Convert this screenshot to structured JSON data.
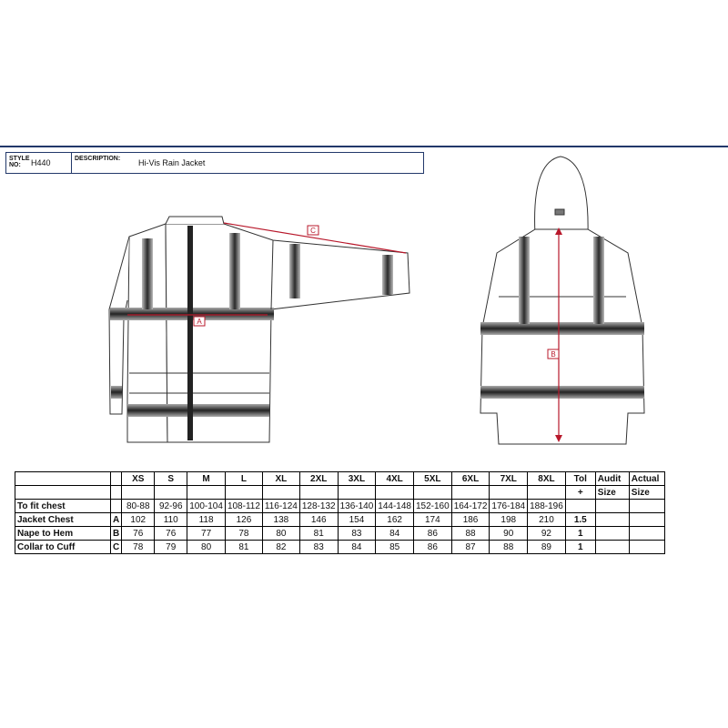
{
  "header": {
    "style_label": "STYLE\nNO:",
    "style_value": "H440",
    "desc_label": "DESCRIPTION:",
    "desc_value": "Hi-Vis Rain Jacket"
  },
  "markers": {
    "a": "A",
    "b": "B",
    "c": "C"
  },
  "table": {
    "sizes": [
      "XS",
      "S",
      "M",
      "L",
      "XL",
      "2XL",
      "3XL",
      "4XL",
      "5XL",
      "6XL",
      "7XL",
      "8XL"
    ],
    "tol_header": "Tol",
    "tol_sub": "+",
    "audit": [
      "Audit",
      "Size"
    ],
    "actual": [
      "Actual",
      "Size"
    ],
    "rows": [
      {
        "label": "To fit chest",
        "code": "",
        "values": [
          "80-88",
          "92-96",
          "100-104",
          "108-112",
          "116-124",
          "128-132",
          "136-140",
          "144-148",
          "152-160",
          "164-172",
          "176-184",
          "188-196"
        ],
        "tol": ""
      },
      {
        "label": "Jacket Chest",
        "code": "A",
        "values": [
          "102",
          "110",
          "118",
          "126",
          "138",
          "146",
          "154",
          "162",
          "174",
          "186",
          "198",
          "210"
        ],
        "tol": "1.5"
      },
      {
        "label": "Nape to Hem",
        "code": "B",
        "values": [
          "76",
          "76",
          "77",
          "78",
          "80",
          "81",
          "83",
          "84",
          "86",
          "88",
          "90",
          "92"
        ],
        "tol": "1"
      },
      {
        "label": "Collar to Cuff",
        "code": "C",
        "values": [
          "78",
          "79",
          "80",
          "81",
          "82",
          "83",
          "84",
          "85",
          "86",
          "87",
          "88",
          "89"
        ],
        "tol": "1"
      }
    ]
  }
}
